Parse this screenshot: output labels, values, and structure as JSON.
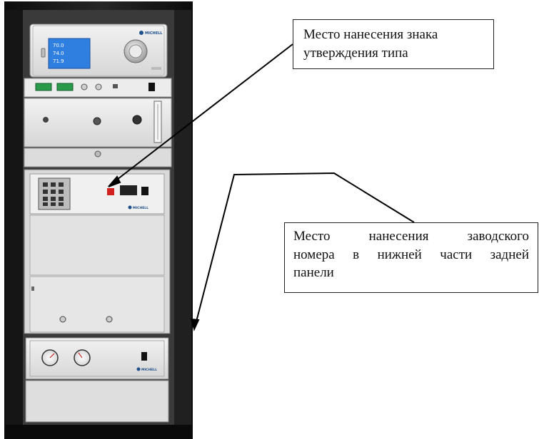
{
  "callouts": {
    "type_approval": {
      "line1": "Место нанесения знака",
      "line2": "утверждения типа"
    },
    "serial_number": {
      "line1": "Место нанесения заводского",
      "line2": "номера в нижней части задней",
      "line3": "панели"
    }
  },
  "device": {
    "brand": "MICHELL",
    "display_lines": [
      "70.0",
      "74.0",
      "71.9"
    ]
  },
  "colors": {
    "cabinet": "#1a1a1a",
    "panel": "#e4e4e4",
    "screen": "#2f7fe0",
    "connector": "#2a9a4a",
    "led": "#d22020"
  },
  "icons": [
    "gauge-icon",
    "keypad-icon",
    "knob-icon",
    "flowmeter-icon",
    "switch-icon",
    "logo-icon"
  ]
}
